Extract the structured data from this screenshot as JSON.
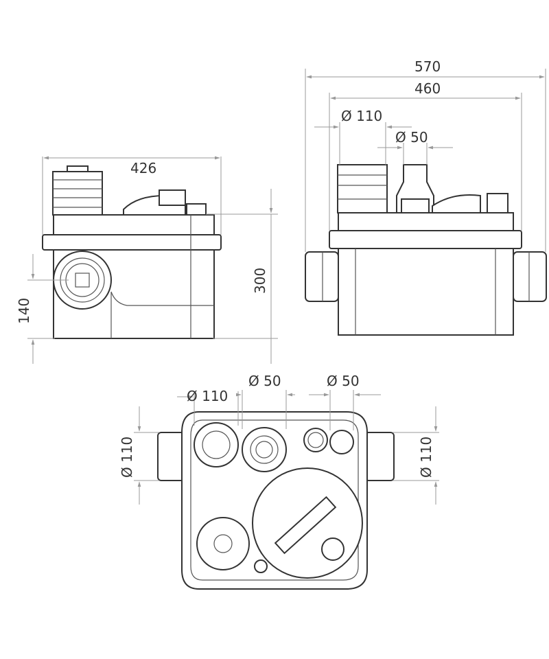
{
  "dimensions": {
    "side_width": "426",
    "side_height": "300",
    "inlet_height": "140",
    "front_total_width": "570",
    "front_body_width": "460",
    "front_inlet_diameter": "Ø 110",
    "front_outlet_diameter": "Ø 50",
    "plan_inlet_diameter": "Ø 110",
    "plan_outlet_diameter": "Ø 50",
    "plan_aux_diameter": "Ø 50",
    "plan_left_side_diameter": "Ø 110",
    "plan_right_side_diameter": "Ø 110"
  }
}
